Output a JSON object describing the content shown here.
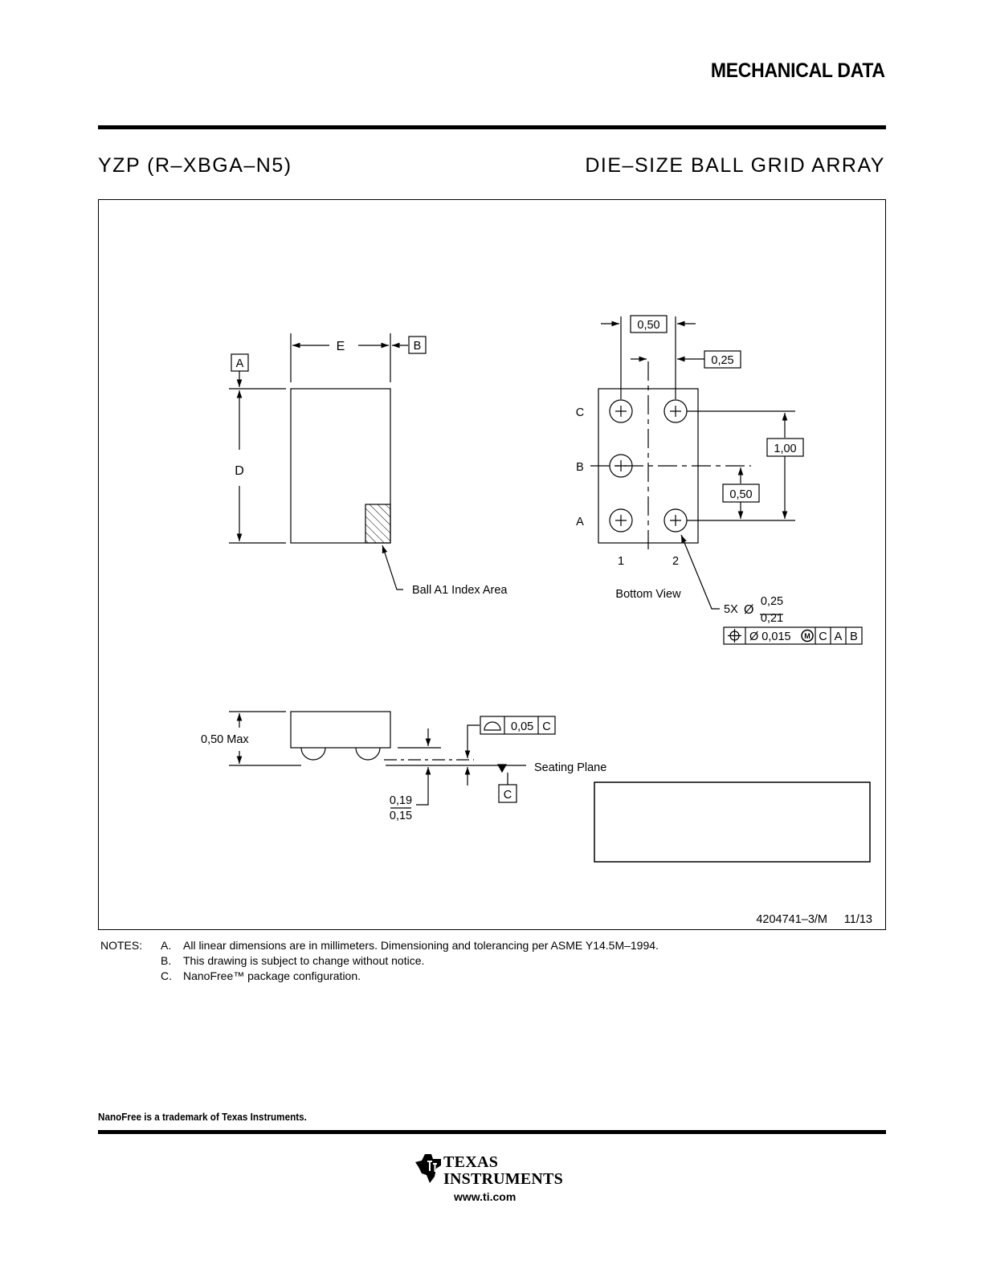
{
  "header": {
    "title": "MECHANICAL DATA"
  },
  "drawing": {
    "package_code": "YZP (R–XBGA–N5)",
    "package_desc": "DIE–SIZE BALL GRID ARRAY",
    "top_view": {
      "label_e": "E",
      "label_d": "D",
      "datum_a": "A",
      "datum_b": "B",
      "index_label": "Ball A1 Index Area"
    },
    "bottom_view": {
      "pitch_top": "0,50",
      "offset": "0,25",
      "pitch_vertical": "0,50",
      "span": "1,00",
      "row_c": "C",
      "row_b": "B",
      "row_a": "A",
      "col_1": "1",
      "col_2": "2",
      "caption": "Bottom View",
      "ball_count": "5X",
      "diameter_symbol": "Ø",
      "ball_max": "0,25",
      "ball_min": "0,21",
      "tol_diameter": "Ø 0,015",
      "tol_modifier": "M",
      "tol_c": "C",
      "tol_a": "A",
      "tol_b": "B"
    },
    "side_view": {
      "height": "0,50 Max",
      "flatness": "0,05",
      "flatness_datum": "C",
      "seating_plane": "Seating Plane",
      "datum_c": "C",
      "standoff_max": "0,19",
      "standoff_min": "0,15"
    },
    "drawing_number": "4204741–3/M",
    "date": "11/13"
  },
  "notes": {
    "header": "NOTES:",
    "items": [
      {
        "key": "A.",
        "text": "All linear dimensions are in millimeters.  Dimensioning and tolerancing per ASME Y14.5M–1994."
      },
      {
        "key": "B.",
        "text": "This drawing is subject to change without notice."
      },
      {
        "key": "C.",
        "text": "NanoFree™ package configuration."
      }
    ]
  },
  "footer": {
    "trademark": "NanoFree is a trademark of Texas Instruments.",
    "company_line1": "TEXAS",
    "company_line2": "INSTRUMENTS",
    "url": "www.ti.com"
  }
}
